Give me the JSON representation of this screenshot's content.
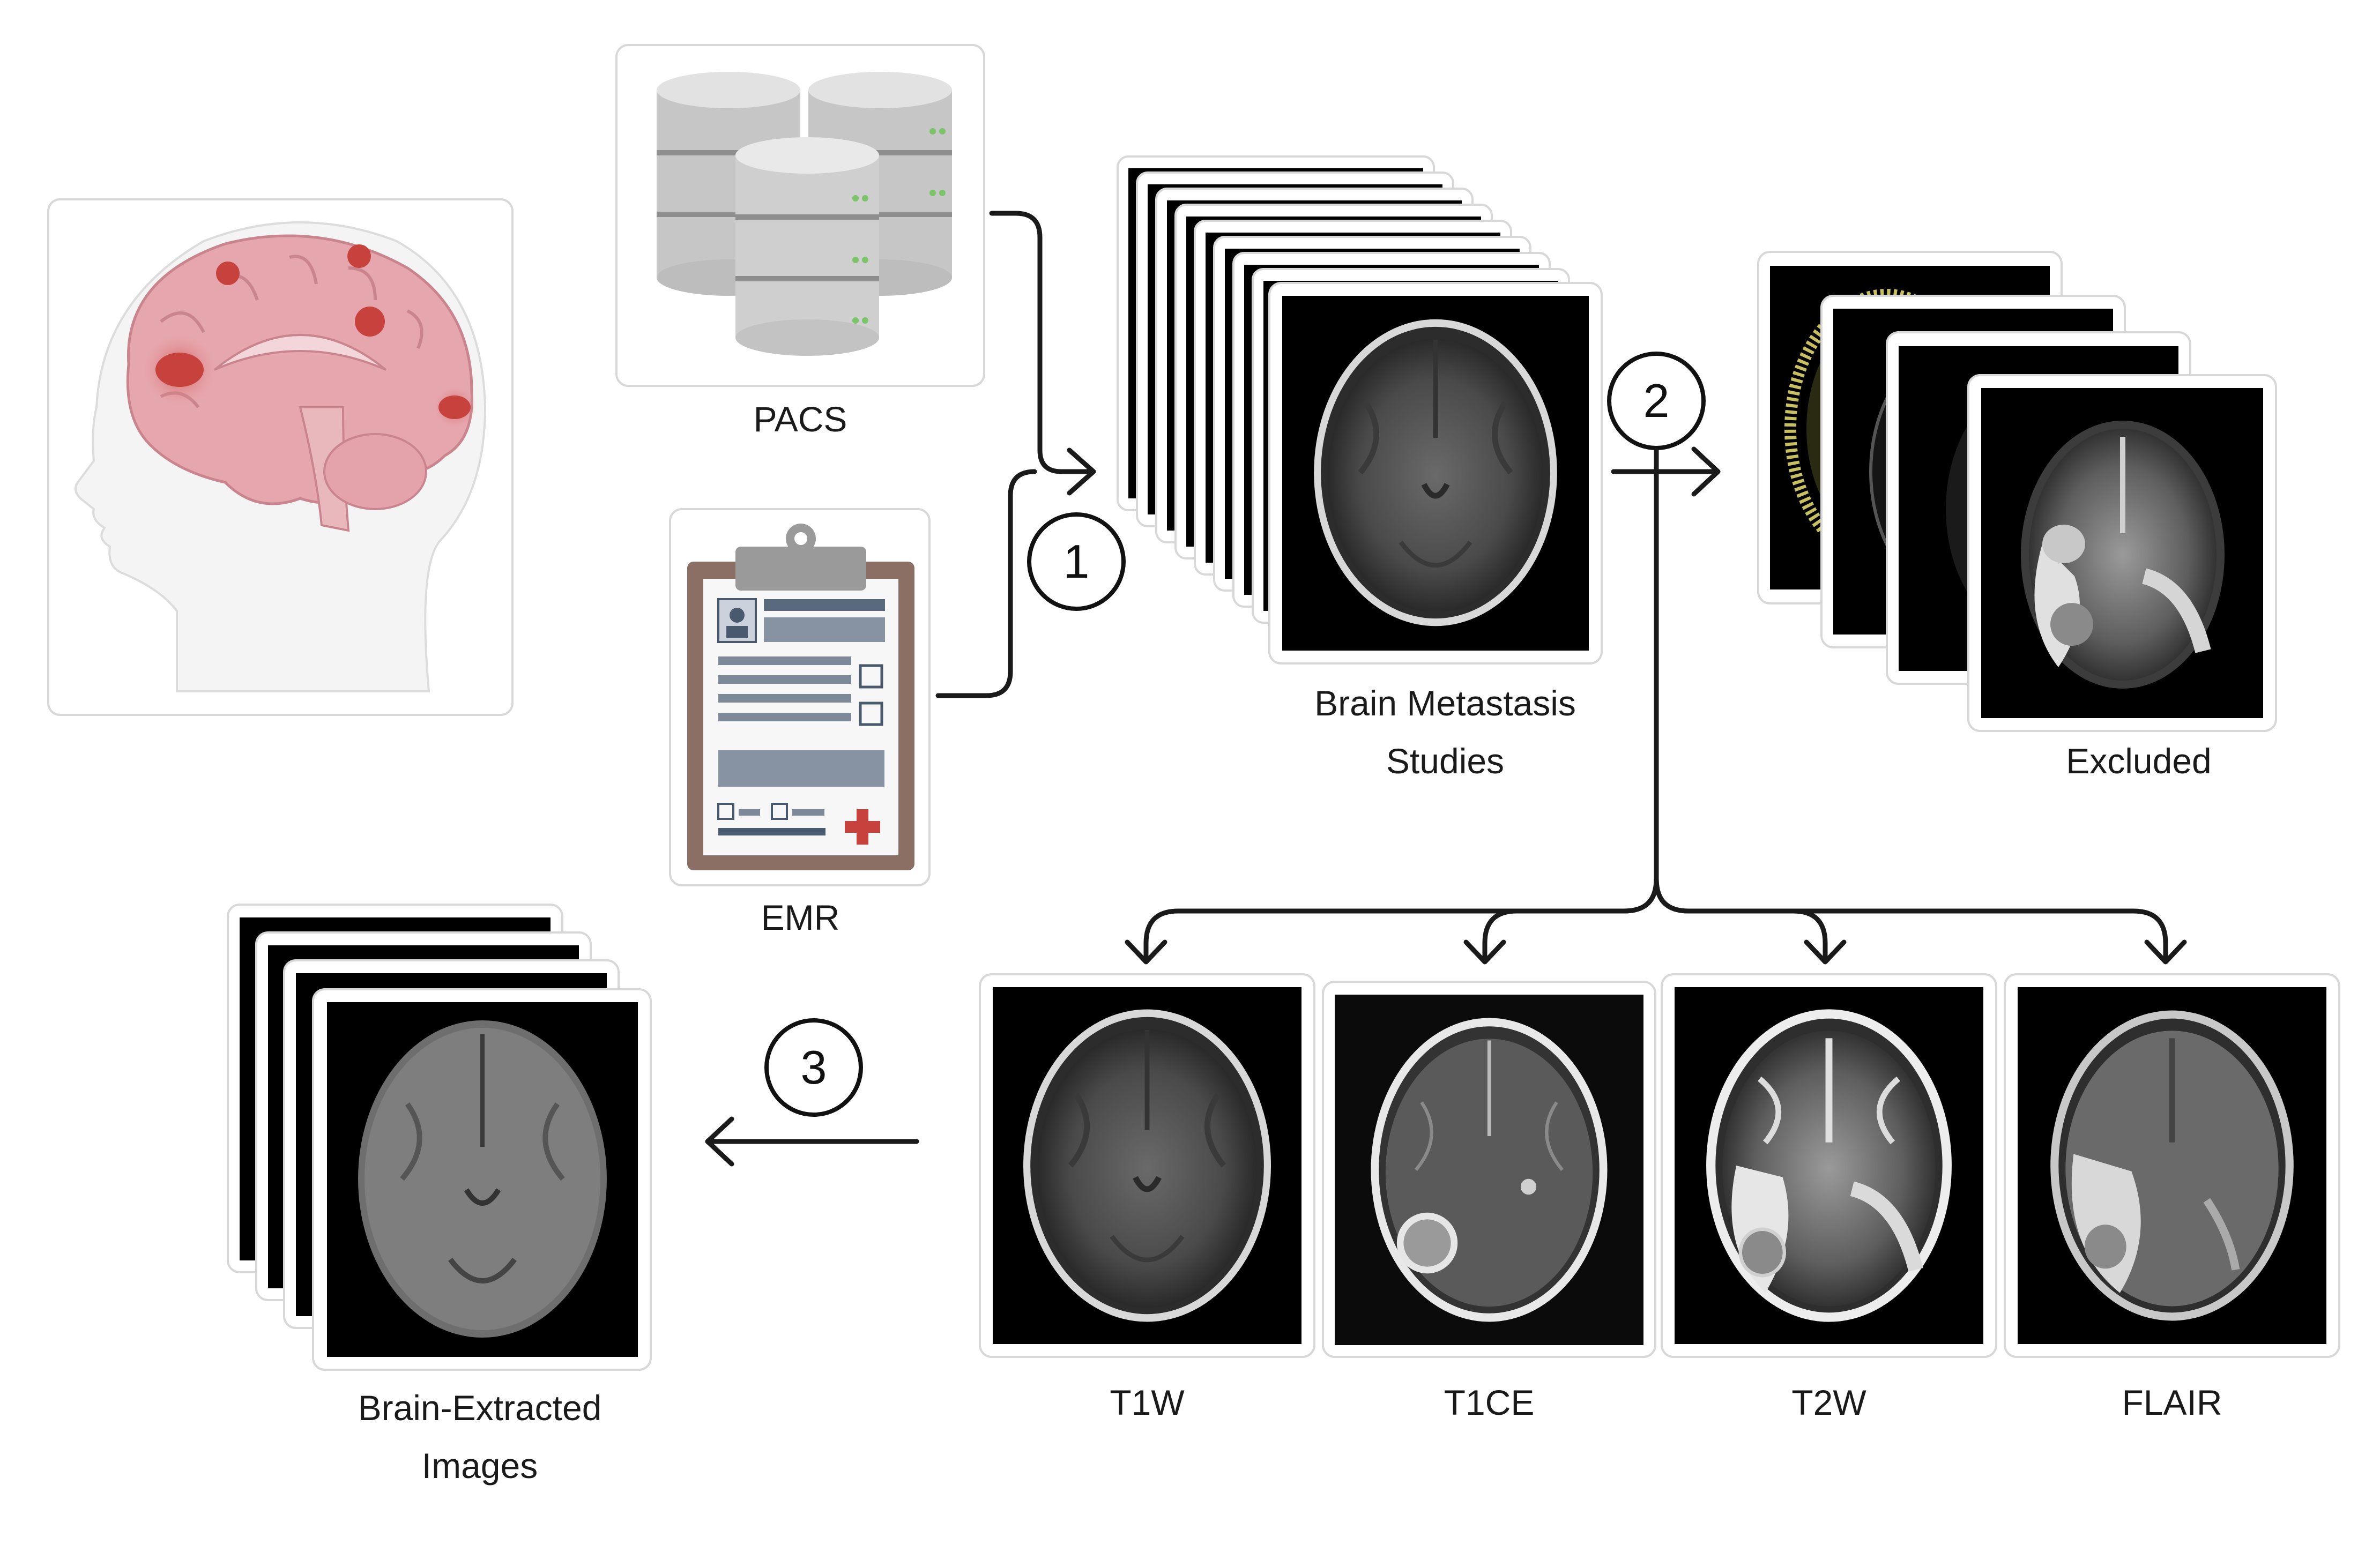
{
  "labels": {
    "pacs": "PACS",
    "emr": "EMR",
    "studies_line1": "Brain Metastasis",
    "studies_line2": "Studies",
    "excluded": "Excluded",
    "t1w": "T1W",
    "t1ce": "T1CE",
    "t2w": "T2W",
    "flair": "FLAIR",
    "extracted_line1": "Brain-Extracted",
    "extracted_line2": "Images"
  },
  "steps": [
    "1",
    "2",
    "3"
  ],
  "colors": {
    "arrow": "#1a1a1a",
    "card_border": "#d8d8d8",
    "lesion": "#c7423c",
    "emr_frame": "#8b6e64",
    "emr_cross": "#c7423c"
  },
  "icons": [
    "brain-metastasis-illustration",
    "database-icon",
    "clipboard-icon",
    "mri-scan"
  ]
}
